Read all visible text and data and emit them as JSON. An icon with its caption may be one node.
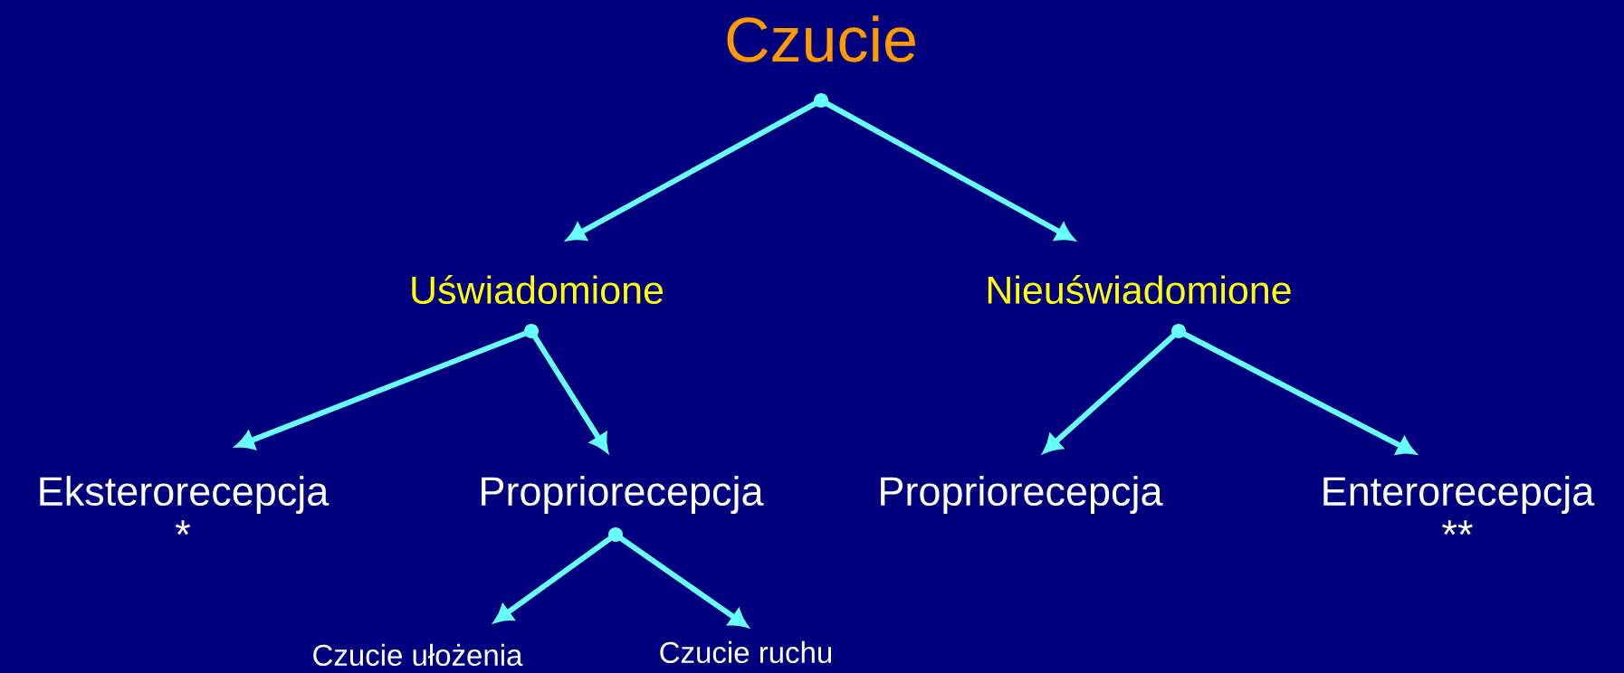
{
  "diagram": {
    "nodes": [
      {
        "text": [
          "Czucie"
        ]
      },
      {
        "text": [
          "Uświadomione"
        ]
      },
      {
        "text": [
          "Nieuświadomione"
        ]
      },
      {
        "text": [
          "Eksterorecepcja"
        ],
        "beside": [
          "*"
        ]
      },
      {
        "text": [
          "Propriorecepcja"
        ]
      },
      {
        "text": [
          "Propriorecepcja"
        ]
      },
      {
        "text": [
          "Enterorecepcja"
        ],
        "beside": [
          "**"
        ]
      },
      {
        "text": [
          "Czucie ułożenia"
        ]
      },
      {
        "text": [
          "Czucie ruchu"
        ]
      }
    ],
    "edges": [
      {
        "from": 0,
        "to": 1,
        "arrow": "to"
      },
      {
        "from": 0,
        "to": 2,
        "arrow": "to"
      },
      {
        "from": 1,
        "to": 3,
        "arrow": "to"
      },
      {
        "from": 1,
        "to": 4,
        "arrow": "to"
      },
      {
        "from": 2,
        "to": 5,
        "arrow": "to"
      },
      {
        "from": 2,
        "to": 6,
        "arrow": "to"
      },
      {
        "from": 4,
        "to": 7,
        "arrow": "to"
      },
      {
        "from": 4,
        "to": 8,
        "arrow": "to"
      }
    ]
  }
}
